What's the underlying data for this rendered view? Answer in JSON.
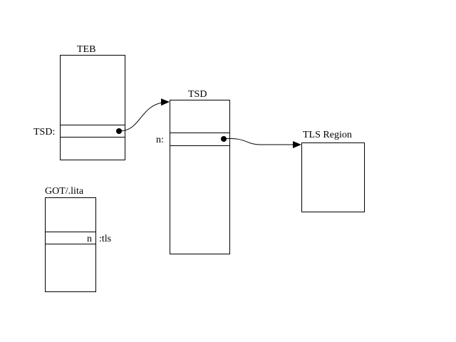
{
  "diagram": {
    "teb": {
      "title": "TEB",
      "slot_label": "TSD:"
    },
    "tsd": {
      "title": "TSD",
      "slot_label": "n:"
    },
    "tls": {
      "title": "TLS Region"
    },
    "got": {
      "title": "GOT/.lita",
      "slot_label": "n",
      "side_label": ":tls"
    }
  }
}
